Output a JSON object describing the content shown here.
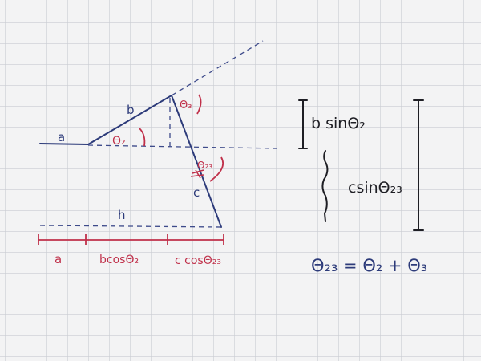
{
  "labels": {
    "a_top": "a",
    "b": "b",
    "c": "c",
    "h": "h",
    "theta2": "Θ₂",
    "theta3": "Θ₃",
    "theta23": "Θ₂₃",
    "seg_a": "a",
    "seg_bcos": "bcosΘ₂",
    "seg_ccos": "c cosΘ₂₃"
  },
  "right_side": {
    "bsin": "b sinΘ₂",
    "csin": "csinΘ₂₃",
    "equation": "Θ₂₃ = Θ₂ + Θ₃"
  },
  "colors": {
    "paper": "#f3f3f4",
    "grid": "#c9ccd2",
    "navy": "#2d3b7a",
    "ink": "#1e1e24",
    "red": "#c0304a"
  }
}
